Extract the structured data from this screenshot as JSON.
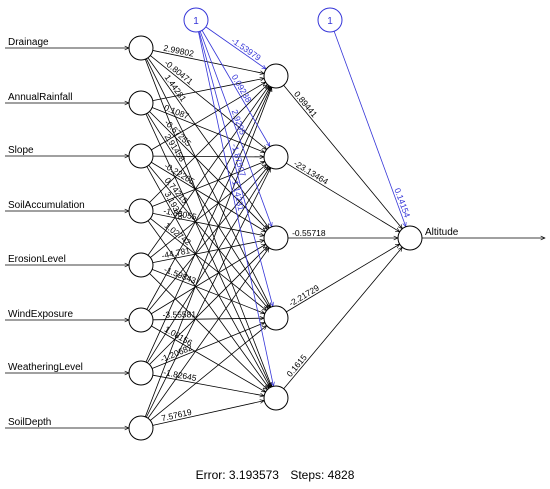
{
  "colors": {
    "layer_weight": "#000000",
    "bias_weight": "#3535d8",
    "node_fill": "#ffffff",
    "node_stroke": "#000000"
  },
  "network": {
    "inputs": [
      "Drainage",
      "AnnualRainfall",
      "Slope",
      "SoilAccumulation",
      "ErosionLevel",
      "WindExposure",
      "WeatheringLevel",
      "SoilDepth"
    ],
    "hidden_count": 5,
    "output": "Altitude",
    "bias_label": "1",
    "input_hidden_labels": [
      {
        "input": 0,
        "hidden": 0,
        "text": "2.99802"
      },
      {
        "input": 0,
        "hidden": 1,
        "text": "-0.80471"
      },
      {
        "input": 0,
        "hidden": 2,
        "text": "1.44281"
      },
      {
        "input": 1,
        "hidden": 1,
        "text": "0.1087"
      },
      {
        "input": 1,
        "hidden": 2,
        "text": "-0.67255"
      },
      {
        "input": 1,
        "hidden": 3,
        "text": "2.91458"
      },
      {
        "input": 2,
        "hidden": 2,
        "text": "-0.22205"
      },
      {
        "input": 2,
        "hidden": 3,
        "text": "0.74215"
      },
      {
        "input": 2,
        "hidden": 4,
        "text": "3.19376"
      },
      {
        "input": 3,
        "hidden": 2,
        "text": "-1.86055"
      },
      {
        "input": 3,
        "hidden": 3,
        "text": "1.02742"
      },
      {
        "input": 4,
        "hidden": 2,
        "text": "-44.781"
      },
      {
        "input": 4,
        "hidden": 3,
        "text": "-1.59843"
      },
      {
        "input": 5,
        "hidden": 3,
        "text": "-3.55581"
      },
      {
        "input": 5,
        "hidden": 4,
        "text": "1.08156"
      },
      {
        "input": 6,
        "hidden": 3,
        "text": "-1.20682"
      },
      {
        "input": 6,
        "hidden": 4,
        "text": "-1.82645"
      },
      {
        "input": 7,
        "hidden": 4,
        "text": "7.57619"
      }
    ],
    "hidden_bias_labels": [
      "-1.53979",
      "0.09238",
      "2.9295",
      "-1.87507",
      "-1.14231"
    ],
    "hidden_output_labels": [
      "0.89441",
      "-23.13464",
      "-0.55718",
      "-2.21729",
      "0.1615"
    ],
    "output_bias_label": "0.14154"
  },
  "footer": {
    "error": "Error: 3.193573",
    "steps": "Steps: 4828"
  }
}
